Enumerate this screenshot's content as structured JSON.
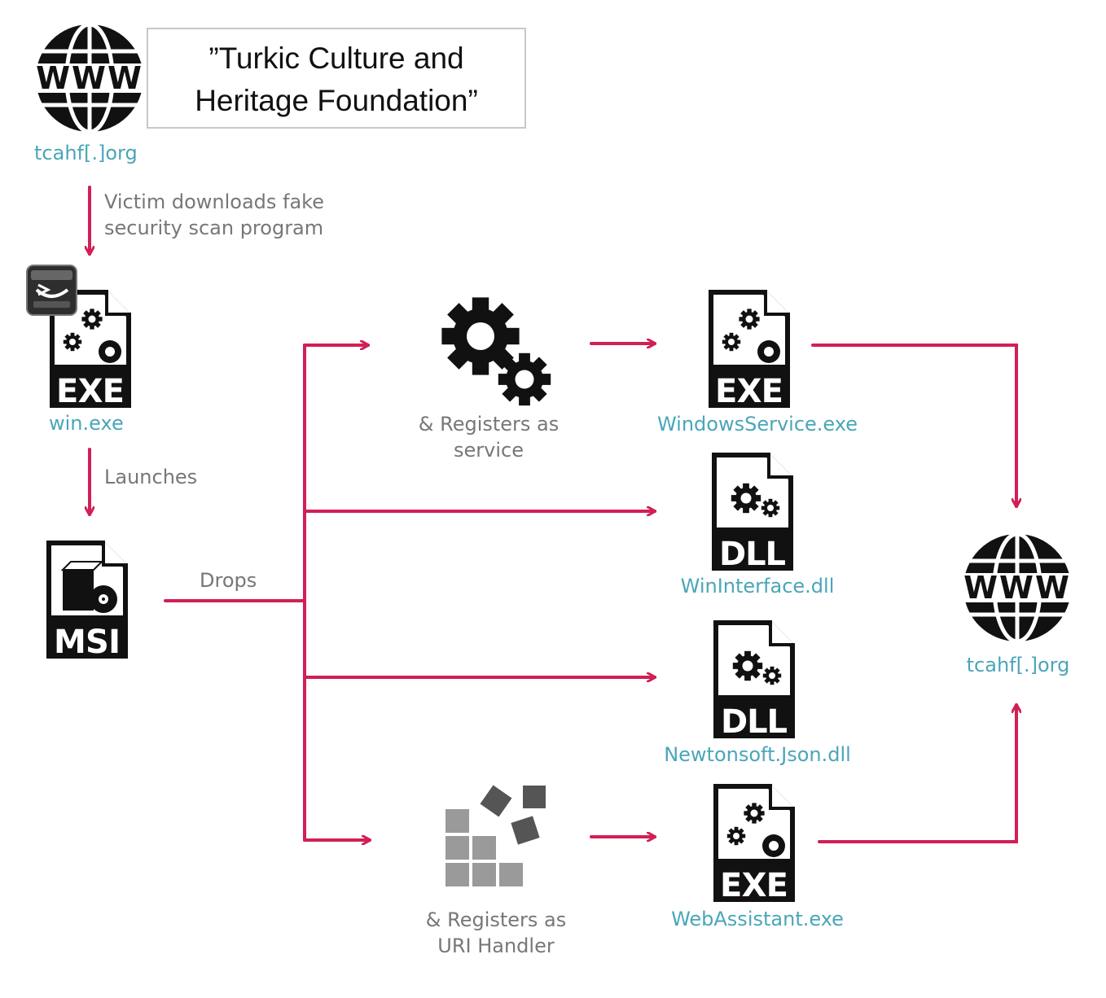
{
  "website_top": {
    "label": "tcahf[.]org",
    "icon": "www-globe-icon"
  },
  "foundation": {
    "line1": "”Turkic Culture and",
    "line2": "Heritage Foundation”"
  },
  "step_download": {
    "line1": "Victim downloads fake",
    "line2": "security scan program"
  },
  "win_exe": {
    "label": "win.exe",
    "badge": "EXE",
    "icon": "exe-file-icon"
  },
  "launcher_icon": "installer-app-icon",
  "step_launch": {
    "label": "Launches"
  },
  "msi": {
    "badge": "MSI",
    "icon": "msi-file-icon"
  },
  "step_drop": {
    "label": "Drops"
  },
  "service": {
    "line1": "& Registers as",
    "line2": "service",
    "icon": "gears-icon"
  },
  "uri_handler": {
    "line1": "& Registers as",
    "line2": "URI Handler",
    "icon": "registry-icon"
  },
  "windows_service": {
    "label": "WindowsService.exe",
    "badge": "EXE"
  },
  "wininterface": {
    "label": "WinInterface.dll",
    "badge": "DLL"
  },
  "newtonsoft": {
    "label": "Newtonsoft.Json.dll",
    "badge": "DLL"
  },
  "webassistant": {
    "label": "WebAssistant.exe",
    "badge": "EXE"
  },
  "website_right": {
    "label": "tcahf[.]org",
    "icon": "www-globe-icon"
  },
  "colors": {
    "arrow": "#d21f55",
    "label_blue": "#4aa6b8",
    "label_grey": "#777777"
  }
}
